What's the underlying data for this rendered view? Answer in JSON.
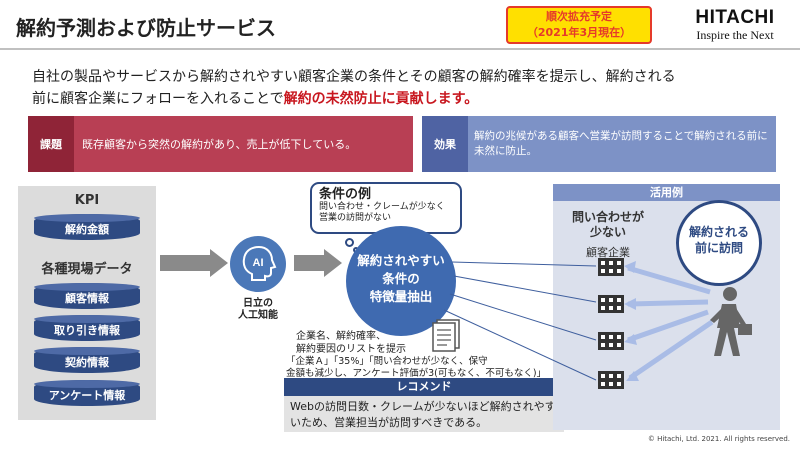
{
  "header": {
    "title": "解約予測および防止サービス",
    "badge_line1": "順次拡充予定",
    "badge_line2": "（2021年3月現在）",
    "logo_brand": "HITACHI",
    "logo_tagline": "Inspire the Next"
  },
  "lead": {
    "line1": "自社の製品やサービスから解約されやすい顧客企業の条件とその顧客の解約確率を提示し、解約される",
    "line2_pre": "前に顧客企業にフォローを入れることで",
    "line2_highlight": "解約の未然防止に貢献します。"
  },
  "issue": {
    "tag": "課題",
    "text": "既存顧客から突然の解約があり、売上が低下している。"
  },
  "effect": {
    "tag": "効果",
    "text": "解約の兆候がある顧客へ営業が訪問することで解約される前に未然に防止。"
  },
  "kpi": {
    "heading": "KPI",
    "items": [
      "解約金額"
    ]
  },
  "field_data": {
    "heading": "各種現場データ",
    "items": [
      "顧客情報",
      "取り引き情報",
      "契約情報",
      "アンケート情報"
    ]
  },
  "ai": {
    "icon_text": "AI",
    "label_line1": "日立の",
    "label_line2": "人工知能"
  },
  "callout": {
    "heading": "条件の例",
    "body": "問い合わせ・クレームが少なく営業の訪問がない"
  },
  "feature": {
    "line1": "解約されやすい",
    "line2": "条件の",
    "line3": "特徴量抽出"
  },
  "list_note": {
    "line1": "企業名、解約確率、",
    "line2": "解約要因のリストを提示"
  },
  "list_quote": {
    "line1": "「企業Ａ」「35%」「問い合わせが少なく、保守",
    "line2": "金額も減少し、アンケート評価が3(可もなく、不可もなく)」"
  },
  "recommend": {
    "heading": "レコメンド",
    "body": "Webの訪問日数・クレームが少ないほど解約されやすいため、営業担当が訪問すべきである。"
  },
  "usage": {
    "heading": "活用例",
    "condition_line1": "問い合わせが",
    "condition_line2": "少ない",
    "customer": "顧客企業",
    "visit_line1": "解約される",
    "visit_line2": "前に訪問"
  },
  "footer": {
    "copyright": "© Hitachi, Ltd. 2021. All rights reserved."
  },
  "colors": {
    "issue": "#b83f54",
    "effect": "#7d92c6",
    "navy": "#2e4a82",
    "highlight": "#c8171f",
    "badge_bg": "#ffe000",
    "badge_border": "#e53a2a"
  }
}
